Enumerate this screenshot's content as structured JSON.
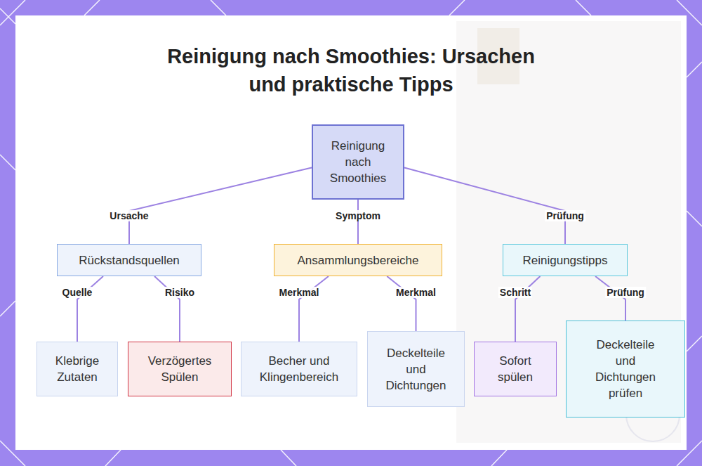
{
  "diagram": {
    "title": "Reinigung nach Smoothies: Ursachen und praktische Tipps",
    "nodes": [
      {
        "text": [
          "Reinigung nach Smoothies"
        ]
      },
      {
        "text": [
          "Rückstandsquellen"
        ]
      },
      {
        "text": [
          "Ansammlungsbereiche"
        ]
      },
      {
        "text": [
          "Reinigungstipps"
        ]
      },
      {
        "text": [
          "Klebrige Zutaten"
        ]
      },
      {
        "text": [
          "Verzögertes Spülen"
        ]
      },
      {
        "text": [
          "Becher und Klingenbereich"
        ]
      },
      {
        "text": [
          "Deckelteile und Dichtungen"
        ]
      },
      {
        "text": [
          "Sofort spülen"
        ]
      },
      {
        "text": [
          "Deckelteile und Dichtungen prüfen"
        ]
      }
    ],
    "edges": [
      {
        "from": 0,
        "to": 1,
        "label": "Ursache",
        "arrow": "none"
      },
      {
        "from": 0,
        "to": 2,
        "label": "Symptom",
        "arrow": "none"
      },
      {
        "from": 0,
        "to": 3,
        "label": "Prüfung",
        "arrow": "none"
      },
      {
        "from": 1,
        "to": 4,
        "label": "Quelle",
        "arrow": "none"
      },
      {
        "from": 1,
        "to": 5,
        "label": "Risiko",
        "arrow": "none"
      },
      {
        "from": 2,
        "to": 6,
        "label": "Merkmal",
        "arrow": "none"
      },
      {
        "from": 2,
        "to": 7,
        "label": "Merkmal",
        "arrow": "none"
      },
      {
        "from": 3,
        "to": 8,
        "label": "Schritt",
        "arrow": "none"
      },
      {
        "from": 3,
        "to": 9,
        "label": "Prüfung",
        "arrow": "none"
      }
    ]
  }
}
